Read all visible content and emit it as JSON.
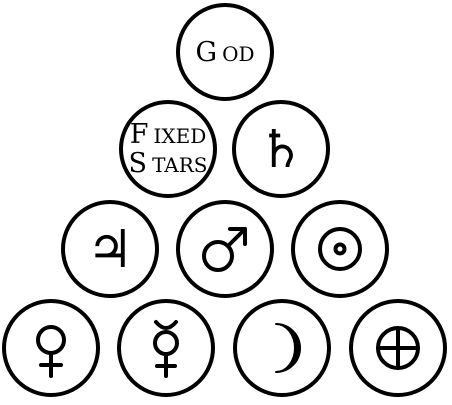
{
  "diagram": {
    "nodes": [
      {
        "id": "god",
        "kind": "text",
        "lines": [
          "God"
        ]
      },
      {
        "id": "fixed-stars",
        "kind": "text",
        "lines": [
          "Fixed",
          "Stars"
        ]
      },
      {
        "id": "saturn",
        "kind": "symbol",
        "icon": "saturn-icon",
        "glyph": "♄"
      },
      {
        "id": "jupiter",
        "kind": "symbol",
        "icon": "jupiter-icon",
        "glyph": "♃"
      },
      {
        "id": "mars",
        "kind": "symbol",
        "icon": "mars-icon"
      },
      {
        "id": "sun",
        "kind": "symbol",
        "icon": "sun-icon"
      },
      {
        "id": "venus",
        "kind": "symbol",
        "icon": "venus-icon"
      },
      {
        "id": "mercury",
        "kind": "symbol",
        "icon": "mercury-icon"
      },
      {
        "id": "moon",
        "kind": "symbol",
        "icon": "moon-icon"
      },
      {
        "id": "earth",
        "kind": "symbol",
        "icon": "earth-icon"
      }
    ],
    "colors": {
      "stroke": "#000000",
      "background": "#ffffff"
    }
  }
}
